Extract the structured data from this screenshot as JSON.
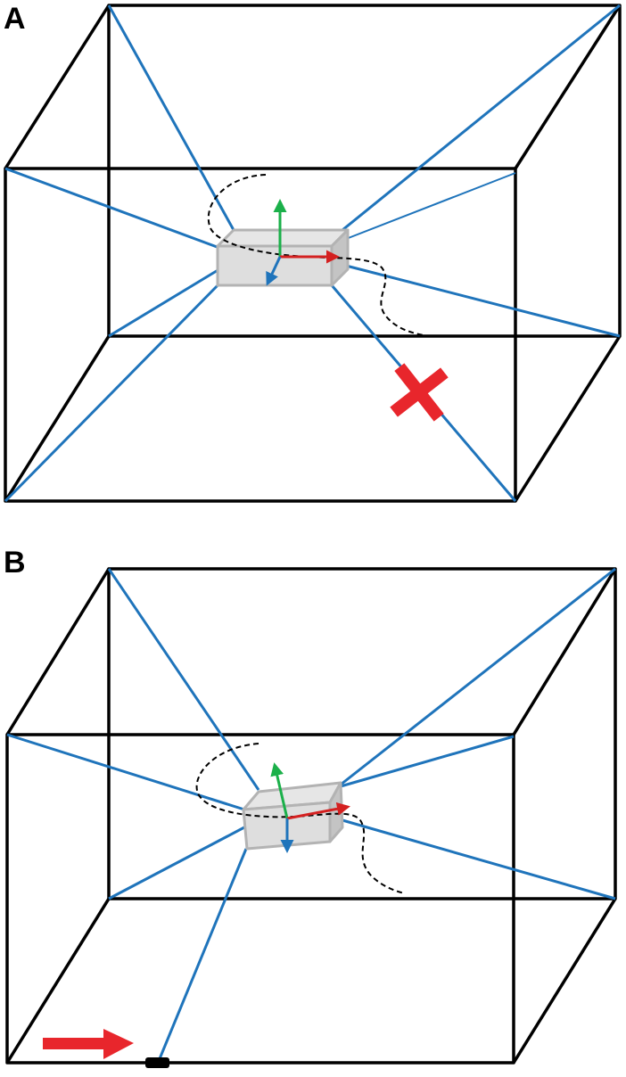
{
  "panels": [
    {
      "id": "A",
      "label": "A"
    },
    {
      "id": "B",
      "label": "B"
    }
  ],
  "colors": {
    "frame": "#000000",
    "cable": "#1f74bb",
    "object_fill": "#dedede",
    "object_stroke": "#b3b3b3",
    "object_side": "#c4c4c4",
    "axis_x": "#d42020",
    "axis_y": "#1bb04a",
    "axis_z": "#1f74bb",
    "error_mark": "#e8262c",
    "motion_arrow": "#e8262c",
    "trajectory": "#000000",
    "anchor": "#000000"
  },
  "icons": {
    "error_mark": "x-cross-icon",
    "motion_arrow": "right-arrow-icon",
    "anchor": "cable-anchor-icon"
  }
}
